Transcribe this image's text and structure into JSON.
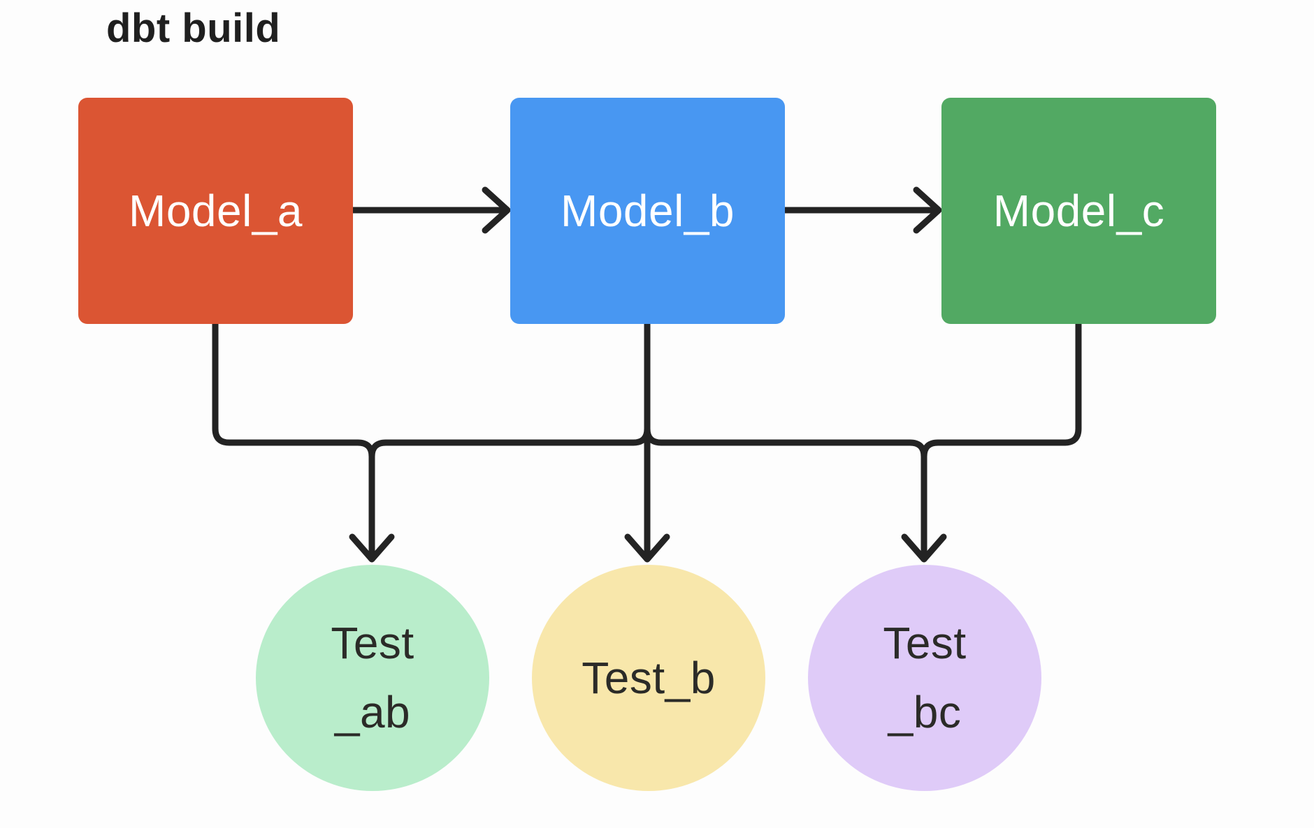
{
  "title": "dbt build",
  "colors": {
    "background": "#FDFDFD",
    "line": "#232323",
    "title_text": "#1F1F1F",
    "model_label_text": "#FFFFFF",
    "test_label_text": "#2B2B28",
    "model_a": "#DB5533",
    "model_b": "#4897F2",
    "model_c": "#52A963",
    "test_ab": "#B9EDCB",
    "test_b": "#F8E7AB",
    "test_bc": "#DFCBF8"
  },
  "models": [
    {
      "id": "model_a",
      "label": "Model_a",
      "color": "#DB5533"
    },
    {
      "id": "model_b",
      "label": "Model_b",
      "color": "#4897F2"
    },
    {
      "id": "model_c",
      "label": "Model_c",
      "color": "#52A963"
    }
  ],
  "tests": [
    {
      "id": "test_ab",
      "line1": "Test",
      "line2": "_ab",
      "color": "#B9EDCB"
    },
    {
      "id": "test_b",
      "line1": "Test_b",
      "color": "#F8E7AB"
    },
    {
      "id": "test_bc",
      "line1": "Test",
      "line2": "_bc",
      "color": "#DFCBF8"
    }
  ],
  "edges": [
    {
      "from": "Model_a",
      "to": "Model_b",
      "style": "arrow-right"
    },
    {
      "from": "Model_b",
      "to": "Model_c",
      "style": "arrow-right"
    },
    {
      "from": "Model_a",
      "to": "Test_ab",
      "style": "arrow-down-merge"
    },
    {
      "from": "Model_b",
      "to": "Test_ab",
      "style": "arrow-down-merge"
    },
    {
      "from": "Model_b",
      "to": "Test_b",
      "style": "arrow-down"
    },
    {
      "from": "Model_b",
      "to": "Test_bc",
      "style": "arrow-down-merge"
    },
    {
      "from": "Model_c",
      "to": "Test_bc",
      "style": "arrow-down-merge"
    }
  ]
}
